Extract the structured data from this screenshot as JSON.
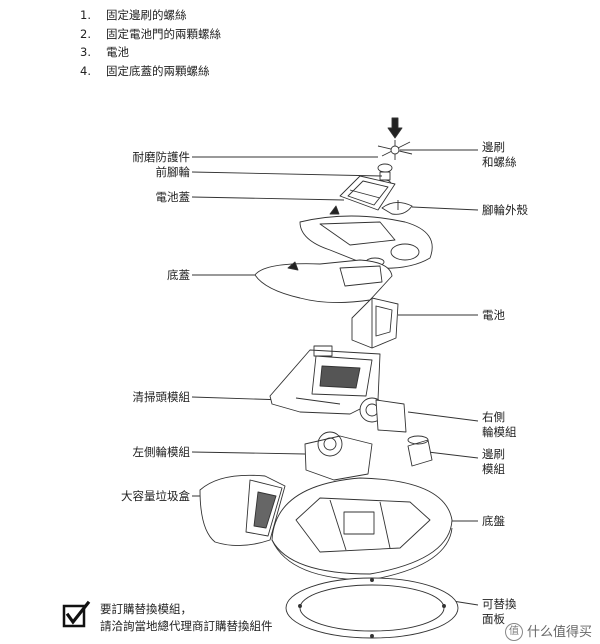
{
  "steps": [
    {
      "num": "1.",
      "text": "固定邊刷的螺絲"
    },
    {
      "num": "2.",
      "text": "固定電池門的兩顆螺絲"
    },
    {
      "num": "3.",
      "text": "電池"
    },
    {
      "num": "4.",
      "text": "固定底蓋的兩顆螺絲"
    }
  ],
  "labels_left": {
    "wear_guard": "耐磨防護件",
    "front_caster": "前腳輪",
    "battery_cover": "電池蓋",
    "bottom_cover": "底蓋",
    "cleaning_head": "清掃頭模組",
    "left_wheel": "左側輪模組",
    "dust_bin": "大容量垃圾盒"
  },
  "labels_right": {
    "side_brush_line1": "邊刷",
    "side_brush_line2": "和螺絲",
    "wheel_shell": "腳輪外殼",
    "battery": "電池",
    "right_wheel_line1": "右側",
    "right_wheel_line2": "輪模組",
    "side_brush_module_line1": "邊刷",
    "side_brush_module_line2": "模組",
    "chassis": "底盤",
    "replaceable_line1": "可替換",
    "replaceable_line2": "面板"
  },
  "note": {
    "line1": "要訂購替換模組，",
    "line2": "請洽詢當地總代理商訂購替換組件"
  },
  "watermark": {
    "logo": "值",
    "text": "什么值得买"
  }
}
